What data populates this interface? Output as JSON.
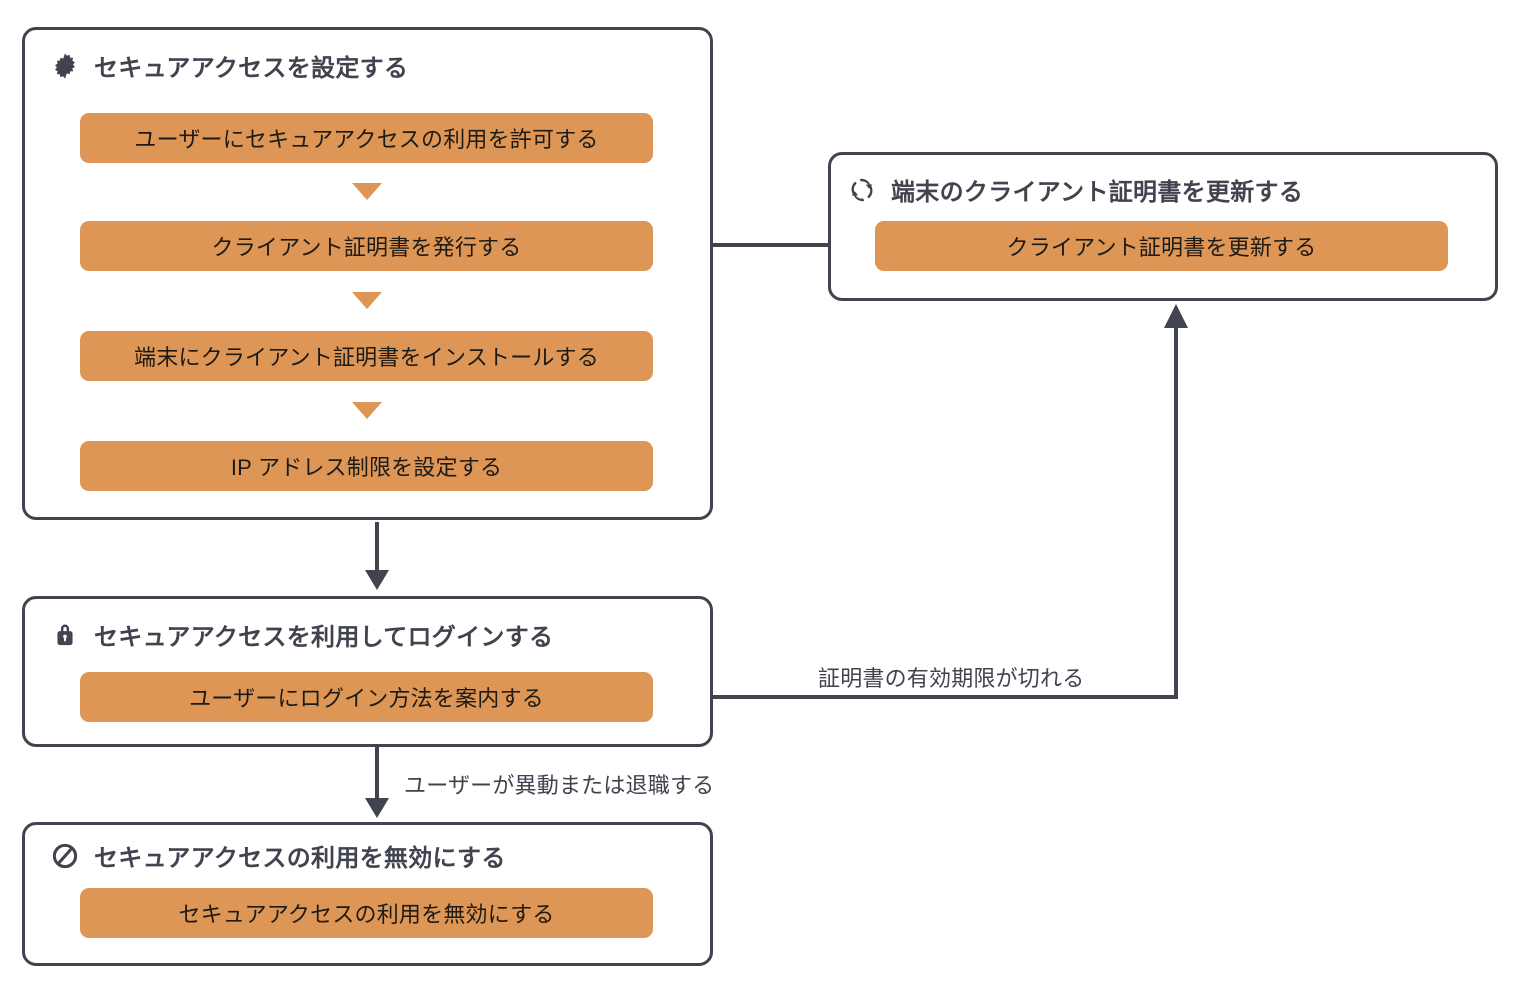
{
  "diagram": {
    "title_text": "",
    "colors": {
      "step_fill": "#dd9655",
      "outline": "#41434f",
      "step_text": "#1d1b16",
      "background": "#ffffff"
    },
    "groups": [
      {
        "id": "setup",
        "icon": "gear-icon",
        "header": "セキュアアクセスを設定する",
        "steps": [
          "ユーザーにセキュアアクセスの利用を許可する",
          "クライアント証明書を発行する",
          "端末にクライアント証明書をインストールする",
          "IP アドレス制限を設定する"
        ]
      },
      {
        "id": "renew",
        "icon": "refresh-icon",
        "header": "端末のクライアント証明書を更新する",
        "steps": [
          "クライアント証明書を更新する"
        ]
      },
      {
        "id": "login",
        "icon": "lock-icon",
        "header": "セキュアアクセスを利用してログインする",
        "steps": [
          "ユーザーにログイン方法を案内する"
        ]
      },
      {
        "id": "disable",
        "icon": "prohibited-icon",
        "header": "セキュアアクセスの利用を無効にする",
        "steps": [
          "セキュアアクセスの利用を無効にする"
        ]
      }
    ],
    "edge_labels": [
      {
        "id": "cert-expired",
        "text": "証明書の有効期限が切れる"
      },
      {
        "id": "user-transfer",
        "text": "ユーザーが異動または退職する"
      }
    ]
  }
}
